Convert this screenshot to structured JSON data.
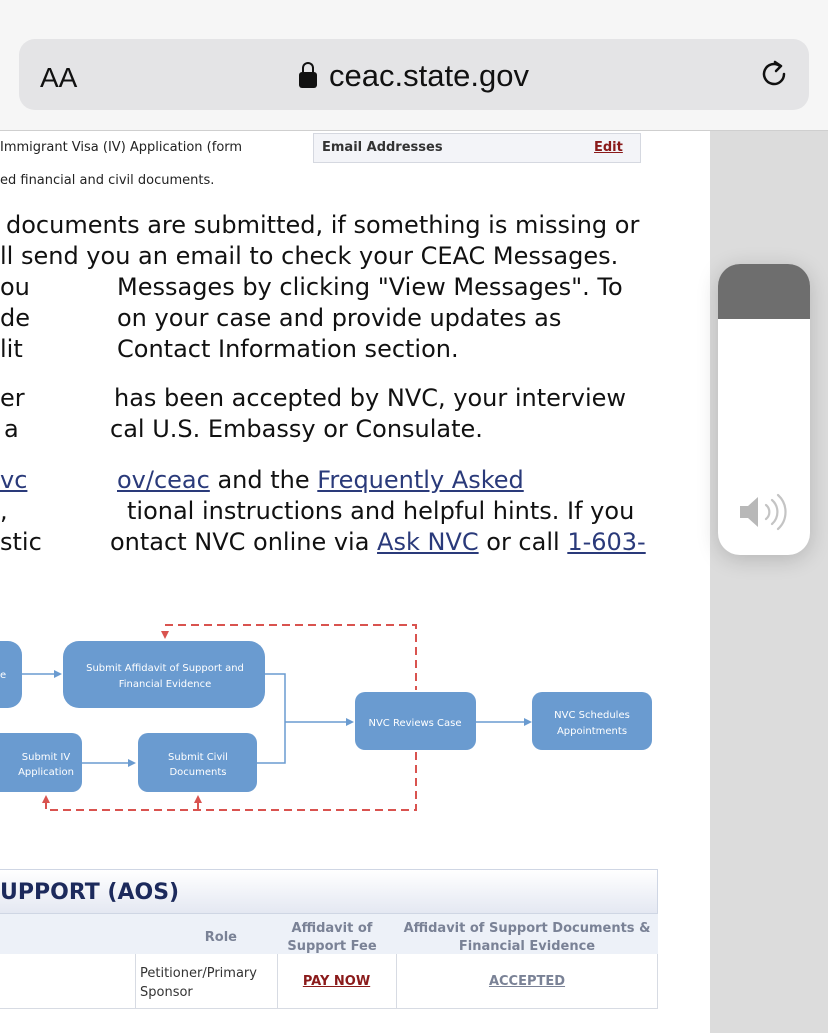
{
  "browser": {
    "text_size_label": "AA",
    "url": "ceac.state.gov",
    "lock_icon": "lock-icon",
    "reload_icon": "reload-icon"
  },
  "top_fragments": {
    "line1": "Immigrant Visa (IV) Application (form",
    "line2": "ed financial and civil documents."
  },
  "email_box": {
    "label": "Email Addresses",
    "edit": "Edit"
  },
  "paragraph1": {
    "l1": "documents are submitted, if something is missing or",
    "l2": "ll send you an email to check your CEAC Messages.",
    "l3a": "ou",
    "l3b": "Messages by clicking \"View Messages\". To",
    "l4a": "de",
    "l4b": "on your case and provide updates as",
    "l5a": "lit",
    "l5b": "Contact Information section."
  },
  "paragraph2": {
    "l1a": "er",
    "l1b": "has been accepted by NVC, your interview",
    "l2a": "a",
    "l2b": "cal U.S. Embassy or Consulate."
  },
  "paragraph3": {
    "link1a": "vc",
    "link1b": "ov/ceac",
    "and_the": " and the ",
    "faq_link": "Frequently Asked",
    "l2a": ",",
    "l2b": "tional instructions and helpful hints. If you",
    "l3a": "stic",
    "l3b": "ontact NVC online via ",
    "ask_nvc": "Ask NVC",
    "or_call": " or call ",
    "phone": "1-603-"
  },
  "volume_hud": {
    "level": 0.19,
    "icon": "speaker-icon"
  },
  "diagram": {
    "partial": "e",
    "affidavit": [
      "Submit Affidavit of Support and",
      "Financial Evidence"
    ],
    "iv": [
      "Submit IV",
      "Application"
    ],
    "civil": [
      "Submit Civil",
      "Documents"
    ],
    "reviews": "NVC Reviews Case",
    "schedules": [
      "NVC Schedules",
      "Appointments"
    ]
  },
  "aos": {
    "title": "UPPORT (AOS)",
    "headers": {
      "role": "Role",
      "fee": [
        "Affidavit of",
        "Support Fee"
      ],
      "docs": [
        "Affidavit of Support Documents &",
        "Financial Evidence"
      ]
    },
    "row": {
      "role": [
        "Petitioner/Primary",
        "Sponsor"
      ],
      "fee": "PAY NOW",
      "docs": "ACCEPTED"
    }
  },
  "colors": {
    "box": "#6a9bd0",
    "dash": "#d9534f",
    "navy": "#1c2a5c",
    "paynow": "#8a1a1a"
  }
}
